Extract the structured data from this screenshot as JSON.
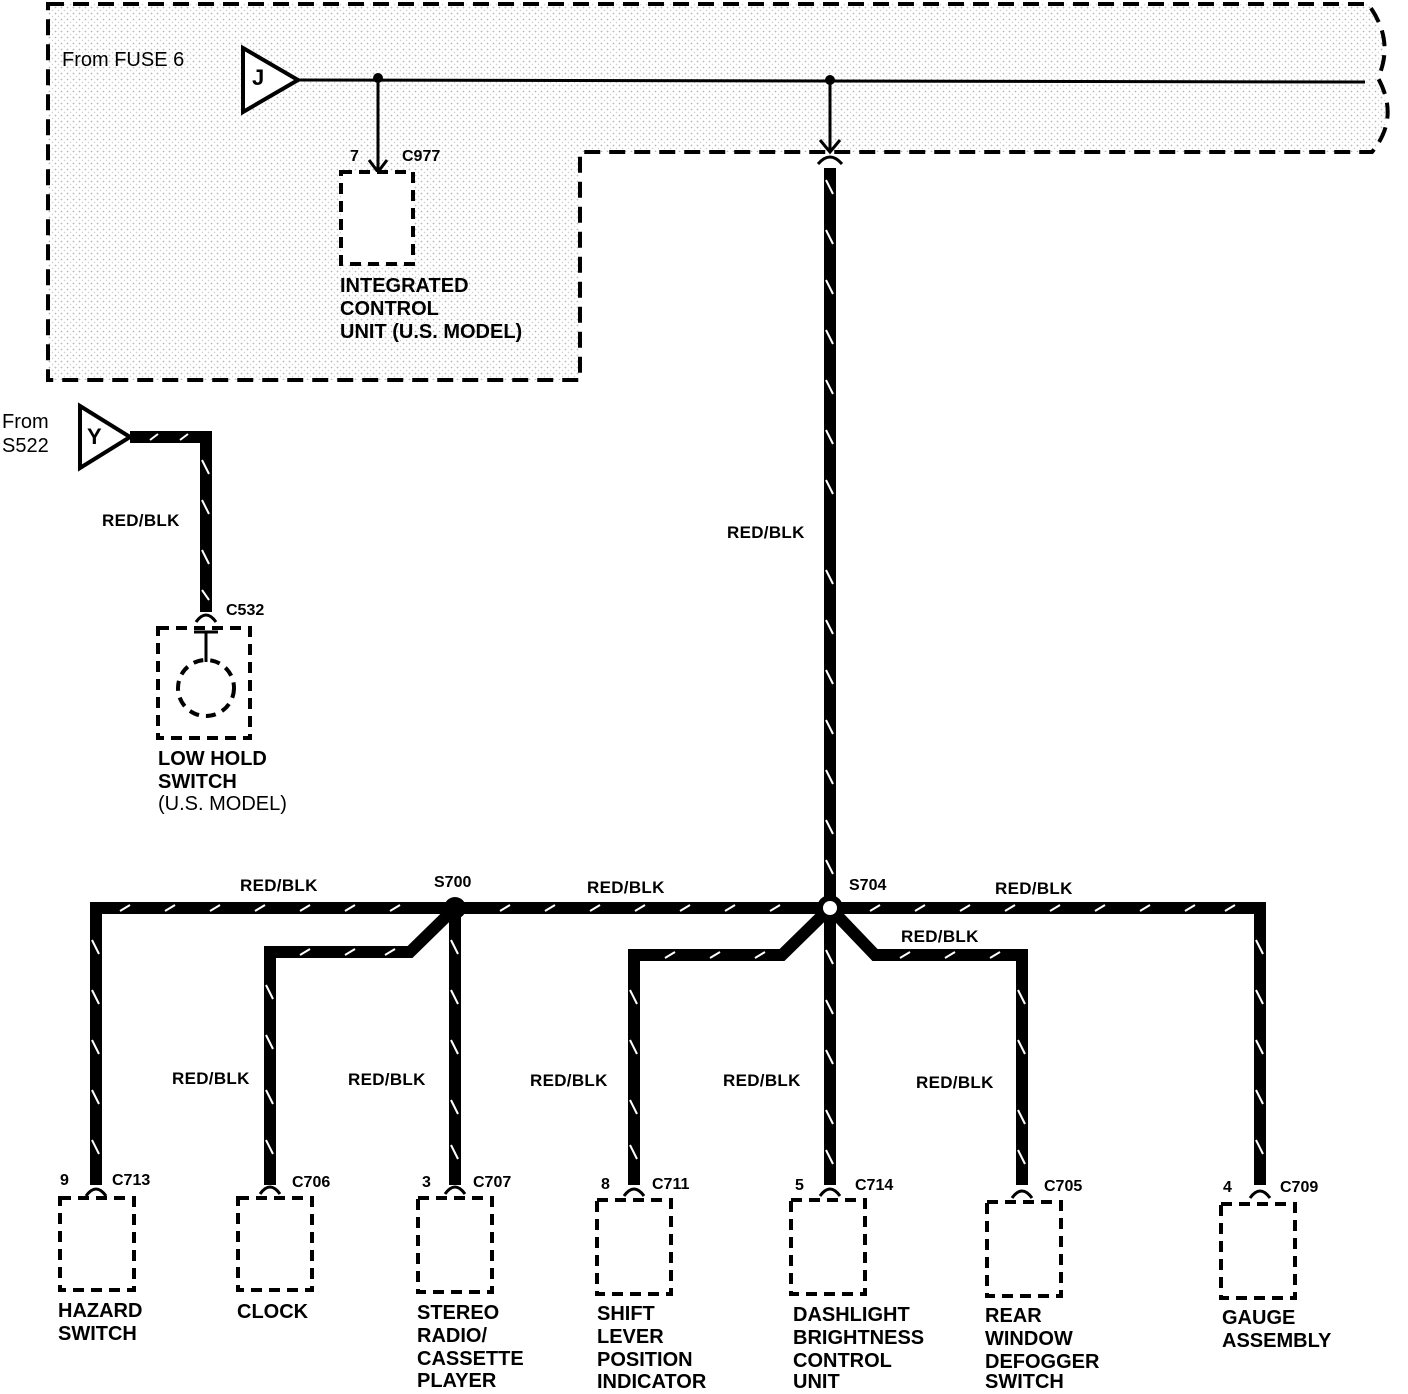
{
  "sources": {
    "fuse": {
      "text": "From FUSE 6",
      "letter": "J"
    },
    "splice": {
      "line1": "From",
      "line2": "S522",
      "letter": "Y"
    }
  },
  "wire_color": "RED/BLK",
  "splices": {
    "s700": "S700",
    "s704": "S704"
  },
  "components": {
    "icu": {
      "pin": "7",
      "connector": "C977",
      "lines": [
        "INTEGRATED",
        "CONTROL",
        "UNIT (U.S. MODEL)"
      ]
    },
    "low_hold": {
      "connector": "C532",
      "line1": "LOW HOLD",
      "line2": "SWITCH",
      "line3": "(U.S. MODEL)"
    },
    "hazard": {
      "pin": "9",
      "connector": "C713",
      "lines": [
        "HAZARD",
        "SWITCH"
      ]
    },
    "clock": {
      "pin": "",
      "connector": "C706",
      "lines": [
        "CLOCK"
      ]
    },
    "stereo": {
      "pin": "3",
      "connector": "C707",
      "lines": [
        "STEREO",
        "RADIO/",
        "CASSETTE",
        "PLAYER"
      ]
    },
    "shift": {
      "pin": "8",
      "connector": "C711",
      "lines": [
        "SHIFT",
        "LEVER",
        "POSITION",
        "INDICATOR"
      ]
    },
    "dashlight": {
      "pin": "5",
      "connector": "C714",
      "lines": [
        "DASHLIGHT",
        "BRIGHTNESS",
        "CONTROL",
        "UNIT"
      ]
    },
    "rear_defogger": {
      "pin": "",
      "connector": "C705",
      "lines": [
        "REAR",
        "WINDOW",
        "DEFOGGER",
        "SWITCH"
      ]
    },
    "gauge": {
      "pin": "4",
      "connector": "C709",
      "lines": [
        "GAUGE",
        "ASSEMBLY"
      ]
    }
  },
  "colors": {
    "ink": "#000000",
    "background": "#ffffff",
    "shade": "#e6e6e6"
  }
}
